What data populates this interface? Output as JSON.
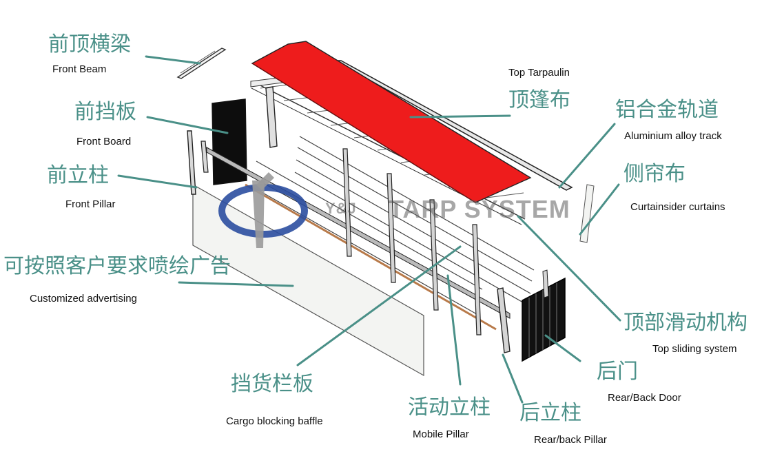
{
  "colors": {
    "tarpaulin": "#ee1c1c",
    "leader_line": "#4a9088",
    "chinese_label": "#4a9088",
    "logo_blue": "#2b4ea0",
    "logo_gray": "#9a9a9a"
  },
  "watermark": {
    "brand_small": "Y&J",
    "brand": "TARP SYSTEM"
  },
  "labels": {
    "front_beam": {
      "zh": "前顶横梁",
      "en": "Front Beam"
    },
    "front_board": {
      "zh": "前挡板",
      "en": "Front Board"
    },
    "front_pillar": {
      "zh": "前立柱",
      "en": "Front Pillar"
    },
    "advertising": {
      "zh": "可按照客户要求喷绘广告",
      "en": "Customized advertising"
    },
    "top_tarpaulin": {
      "zh": "顶篷布",
      "en": "Top Tarpaulin"
    },
    "aluminium_track": {
      "zh": "铝合金轨道",
      "en": "Aluminium alloy track"
    },
    "curtain": {
      "zh": "侧帘布",
      "en": "Curtainsider curtains"
    },
    "sliding_system": {
      "zh": "顶部滑动机构",
      "en": "Top sliding system"
    },
    "rear_door": {
      "zh": "后门",
      "en": "Rear/Back Door"
    },
    "rear_pillar": {
      "zh": "后立柱",
      "en": "Rear/back Pillar"
    },
    "mobile_pillar": {
      "zh": "活动立柱",
      "en": "Mobile Pillar"
    },
    "cargo_baffle": {
      "zh": "挡货栏板",
      "en": "Cargo blocking baffle"
    }
  }
}
